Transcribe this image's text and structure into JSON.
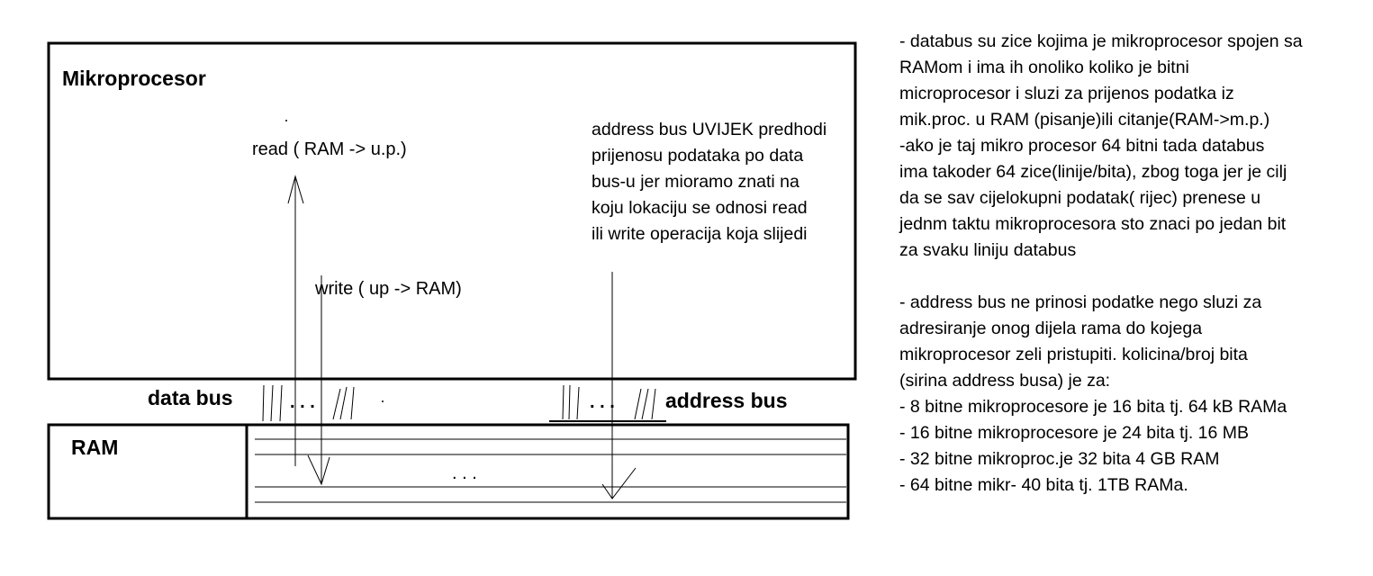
{
  "labels": {
    "mikroprocesor": "Mikroprocesor",
    "read": "read ( RAM -> u.p.)",
    "write": "write ( up -> RAM)",
    "data_bus": "data bus",
    "address_bus": "address bus",
    "ram": "RAM",
    "bus_dots": ". . .",
    "ram_dots": ". . ."
  },
  "address_note": [
    "address bus UVIJEK predhodi",
    "prijenosu podataka po data",
    "bus-u jer mioramo znati na",
    "koju lokaciju se odnosi read",
    "ili write operacija koja slijedi"
  ],
  "explanation": [
    "- databus su zice kojima je mikroprocesor spojen sa",
    "RAMom i ima ih onoliko koliko je bitni",
    "microprocesor i sluzi za prijenos podatka iz",
    " mik.proc. u RAM (pisanje)ili citanje(RAM->m.p.)",
    "-ako je taj mikro procesor 64 bitni tada databus",
    "ima takoder 64 zice(linije/bita), zbog toga jer je cilj",
    "da se sav cijelokupni podatak( rijec) prenese u",
    "jednm taktu mikroprocesora sto znaci po jedan bit",
    "za svaku liniju databus",
    "",
    "- address bus ne prinosi podatke nego sluzi za",
    "adresiranje onog dijela rama do kojega",
    "mikroprocesor zeli pristupiti. kolicina/broj bita",
    "(sirina address busa) je za:",
    "- 8 bitne mikroprocesore je 16 bita tj. 64 kB RAMa",
    "- 16 bitne mikroprocesore je 24 bita tj. 16 MB",
    "- 32 bitne mikroproc.je 32 bita 4 GB RAM",
    "- 64 bitne mikr- 40 bita tj. 1TB RAMa."
  ]
}
